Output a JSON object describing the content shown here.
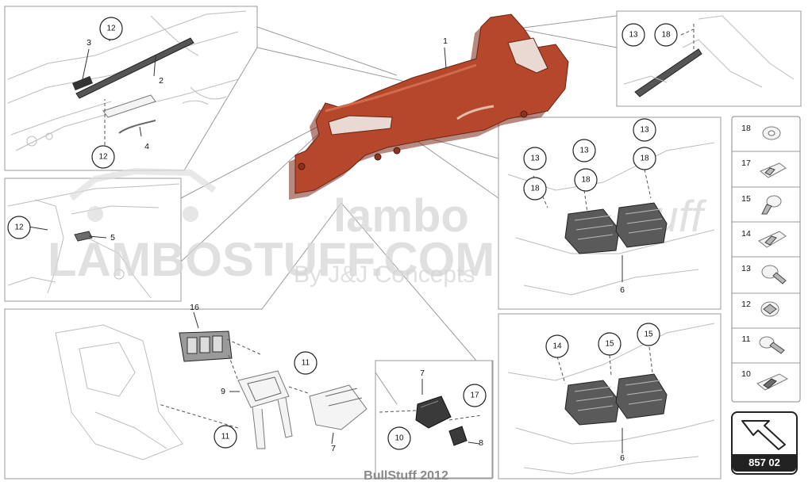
{
  "diagram": {
    "callouts": [
      "1",
      "2",
      "3",
      "4",
      "5",
      "6",
      "6",
      "7",
      "7",
      "8",
      "9",
      "10",
      "11",
      "11",
      "12",
      "12",
      "12",
      "13",
      "13",
      "13",
      "13",
      "14",
      "15",
      "15",
      "16",
      "17",
      "18",
      "18",
      "18"
    ],
    "circled": {
      "c12a": "12",
      "c12b": "12",
      "c12c": "12",
      "c13a": "13",
      "c18a": "18",
      "c13b": "13",
      "c13c": "13",
      "c13d": "13",
      "c18b": "18",
      "c18c": "18",
      "c18d": "18",
      "c14a": "14",
      "c15a": "15",
      "c15b": "15",
      "c11a": "11",
      "c11b": "11",
      "c17a": "17",
      "c10a": "10"
    },
    "plain": {
      "p1": "1",
      "p2": "2",
      "p3": "3",
      "p4": "4",
      "p5": "5",
      "p6a": "6",
      "p6b": "6",
      "p7a": "7",
      "p7b": "7",
      "p8": "8",
      "p9": "9",
      "p16": "16"
    },
    "legend": [
      "18",
      "17",
      "15",
      "14",
      "13",
      "12",
      "11",
      "10"
    ],
    "reference": "857 02",
    "watermark": {
      "line1": "lambo",
      "line1b": "stuff",
      "line2": "LAMBOSTUFF.COM",
      "line3": "By J&J Concepts"
    },
    "footer": "BullStuff 2012"
  },
  "colors": {
    "main_part": "#b5472c",
    "main_part_shadow": "#7a2a17",
    "frame": "#8a8a8a"
  }
}
